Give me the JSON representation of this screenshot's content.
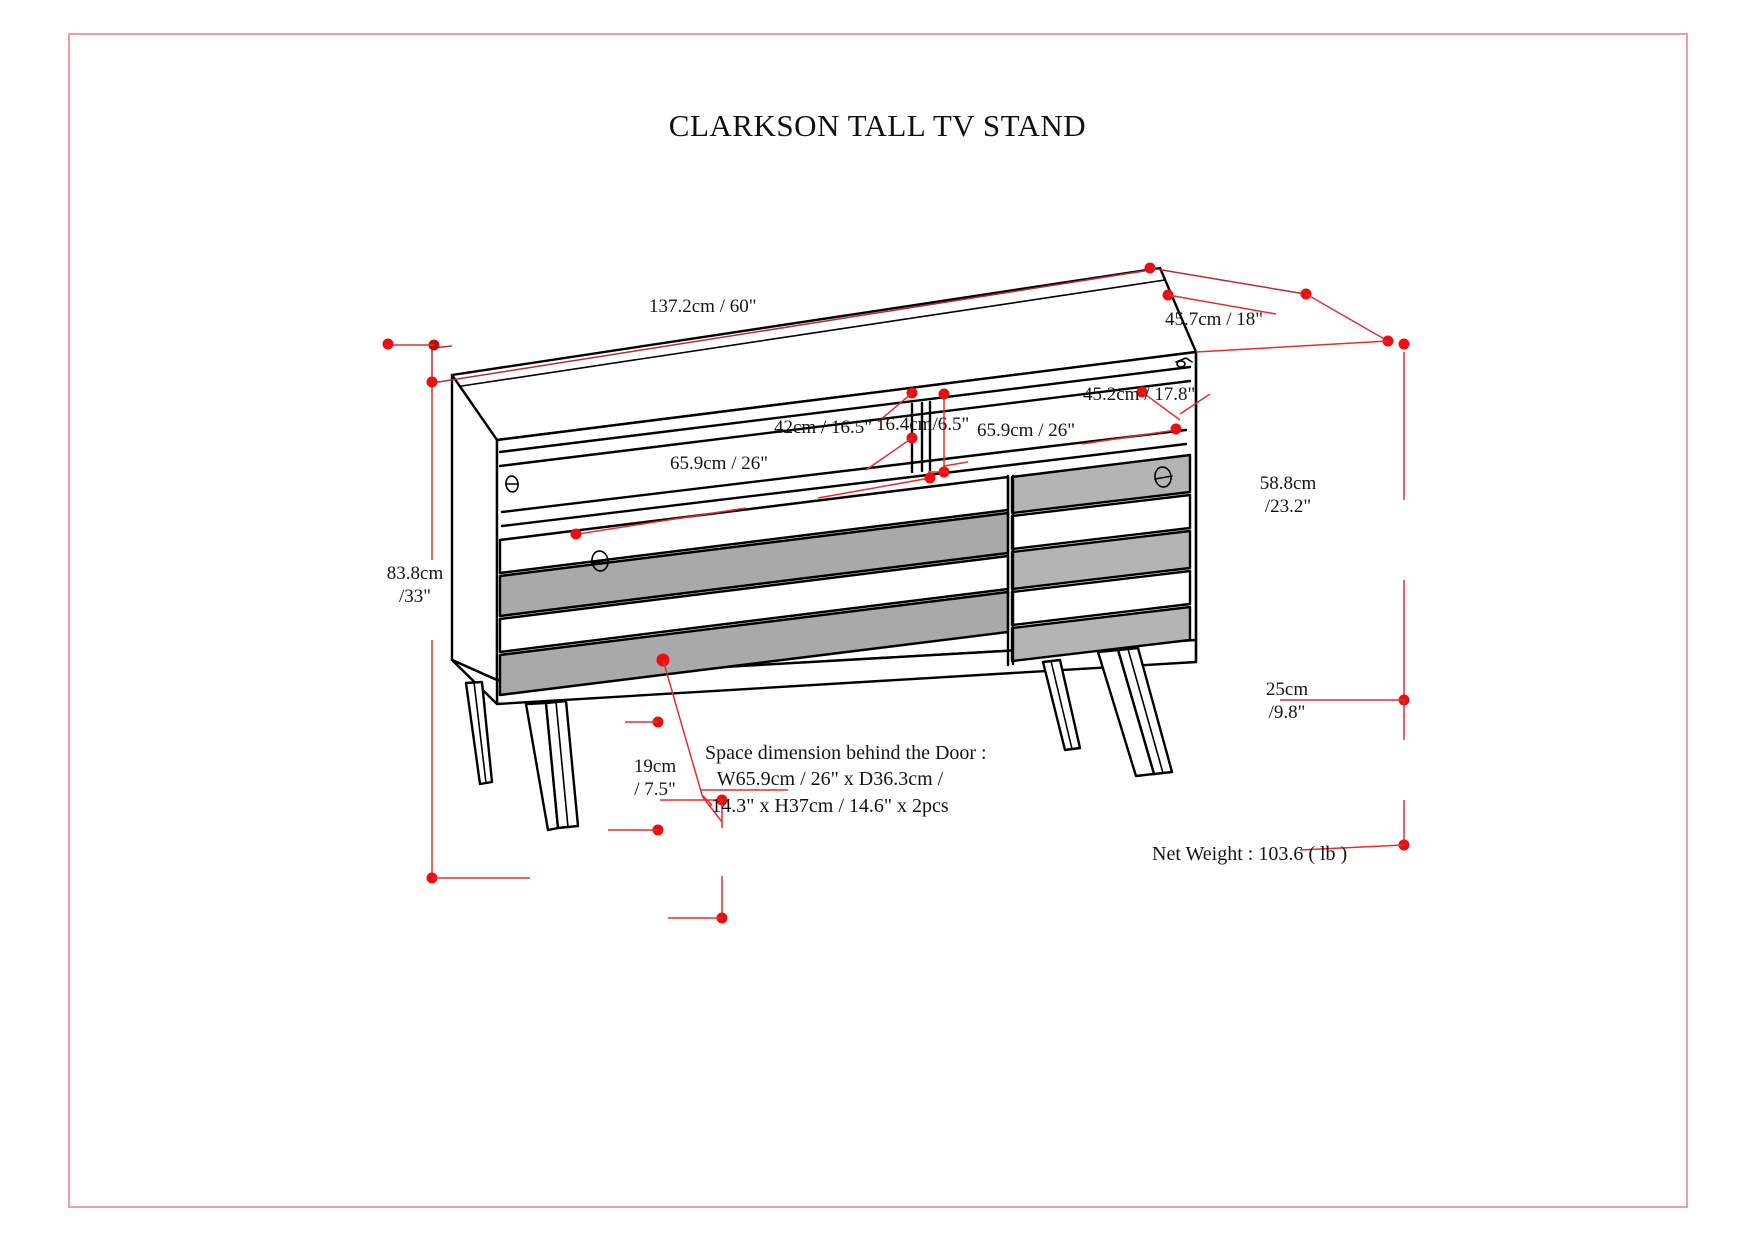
{
  "page": {
    "title": "CLARKSON TALL TV STAND",
    "border_color": "#e8a0a0",
    "dimension_line_color": "#e03030",
    "outline_color": "#000000",
    "panel_fill_color": "#a8a8a8"
  },
  "dimensions": {
    "width_top": "137.2cm / 60\"",
    "depth_top_right": "45.7cm / 18\"",
    "inner_depth_right": "45.2cm / 17.8\"",
    "shelf_left_width": "65.9cm / 26\"",
    "shelf_left_height": "42cm / 16.5\"",
    "divider_width": "16.4cm/6.5\"",
    "shelf_right_width": "65.9cm / 26\"",
    "total_height_line1": "83.8cm",
    "total_height_line2": "/33\"",
    "cabinet_height_line1": "58.8cm",
    "cabinet_height_line2": "/23.2\"",
    "leg_height_line1": "25cm",
    "leg_height_line2": "/9.8\"",
    "leg_clearance_line1": "19cm",
    "leg_clearance_line2": "/ 7.5\""
  },
  "notes": {
    "door_space_line1": "Space dimension behind the Door :",
    "door_space_line2": "W65.9cm / 26\" x D36.3cm /",
    "door_space_line3": "14.3\" x H37cm / 14.6\" x 2pcs",
    "net_weight": "Net Weight : 103.6 ( lb )"
  }
}
